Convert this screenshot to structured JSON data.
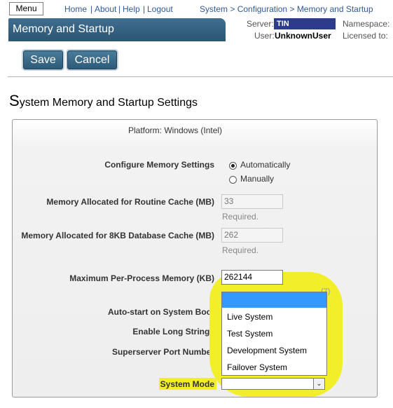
{
  "header": {
    "menu_label": "Menu",
    "links": [
      "Home",
      "About",
      "Help",
      "Logout"
    ],
    "breadcrumb": [
      "System",
      "Configuration",
      "Memory and Startup"
    ],
    "title": "Memory and Startup",
    "server_label": "Server:",
    "server_value": "TIN",
    "namespace_label": "Namespace:",
    "user_label": "User:",
    "user_value": "UnknownUser",
    "licensed_label": "Licensed to:"
  },
  "toolbar": {
    "save_label": "Save",
    "cancel_label": "Cancel"
  },
  "page": {
    "title_initial": "S",
    "title_rest": "ystem Memory and Startup Settings"
  },
  "form": {
    "platform": "Platform: Windows (Intel)",
    "configure_label": "Configure Memory Settings",
    "radio_auto": "Automatically",
    "radio_manual": "Manually",
    "routine_cache_label": "Memory Allocated for Routine Cache (MB)",
    "routine_cache_value": "33",
    "db_cache_label": "Memory Allocated for 8KB Database Cache (MB)",
    "db_cache_value": "262",
    "required": "Required.",
    "max_mem_label": "Maximum Per-Process Memory (KB)",
    "max_mem_value": "262144",
    "max_mem_hint": "(7)",
    "autostart_label": "Auto-start on System Boot",
    "long_strings_label": "Enable Long Strings",
    "superserver_label": "Superserver Port Number",
    "system_mode_label": "System Mode",
    "system_mode_options": [
      "",
      "Live System",
      "Test System",
      "Development System",
      "Failover System"
    ]
  },
  "colors": {
    "highlight": "#f2ee2a",
    "title_bar": "#2d5574",
    "link": "#315a91",
    "server_badge": "#2d3b8c",
    "selected_option": "#3399ff"
  }
}
